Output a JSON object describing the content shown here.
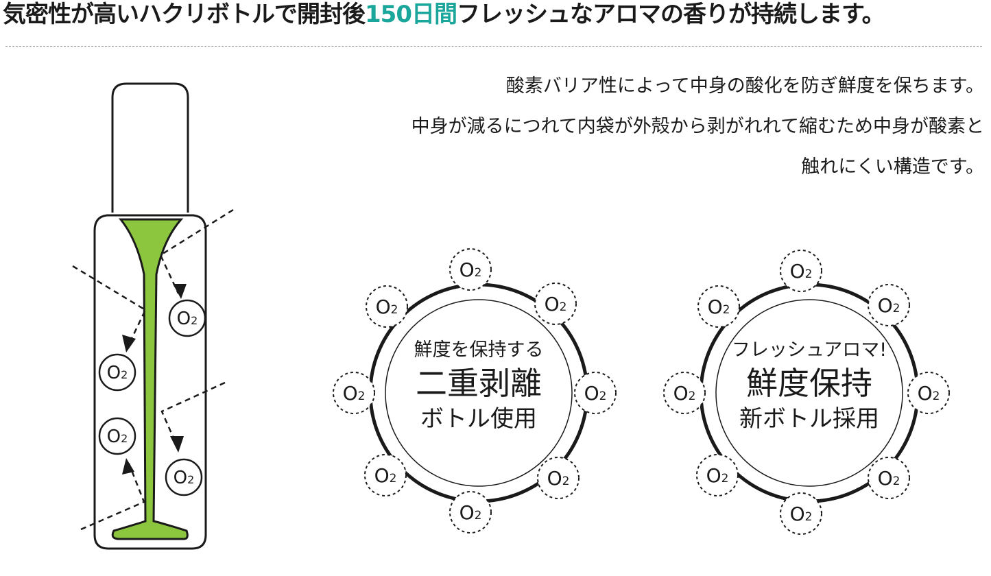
{
  "headline": {
    "before": "気密性が高いハクリボトルで開封後",
    "highlight": "150日間",
    "after": "フレッシュなアロマの香りが持続します。"
  },
  "description": {
    "line1": "酸素バリア性によって中身の酸化を防ぎ鮮度を保ちます。",
    "line2": "中身が減るにつれて内袋が外殻から剥がれれて縮むため中身が酸素と",
    "line3": "触れにくい構造です。"
  },
  "molecule_label": "O2",
  "badge_left": {
    "line1": "鮮度を保持する",
    "line2": "二重剥離",
    "line3": "ボトル使用"
  },
  "badge_right": {
    "line1": "フレッシュアロマ!",
    "line2": "鮮度保持",
    "line3": "新ボトル採用"
  },
  "colors": {
    "accent": "#1aa69a",
    "liquid": "#8cc63f",
    "line": "#1a1a1a"
  }
}
